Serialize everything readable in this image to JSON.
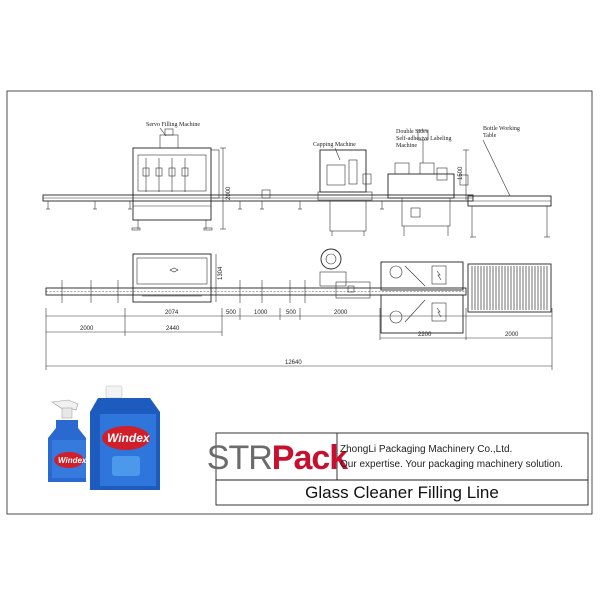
{
  "labels": {
    "servo": "Servo Filling Machine",
    "capping": "Capping Machine",
    "labeling_1": "Double Sides",
    "labeling_2": "Self-adhesive Labeling",
    "labeling_3": "Machine",
    "table_1": "Bottle Working",
    "table_2": "Table"
  },
  "dimensions": {
    "h_2000": "2000",
    "h_1304": "1304",
    "h_1500": "1500",
    "w_2000_a": "2000",
    "w_2440": "2440",
    "w_2074": "2074",
    "w_500_a": "500",
    "w_1000": "1000",
    "w_500_b": "500",
    "w_2000_b": "2000",
    "w_2200": "2200",
    "w_2000_c": "2000",
    "total": "12640"
  },
  "products": {
    "spray_brand": "Windex",
    "jug_brand": "Windex"
  },
  "title_block": {
    "logo_part_a": "STR",
    "logo_part_b": "Pack",
    "company": "ZhongLi Packaging Machinery Co.,Ltd.",
    "slogan": "Our expertise. Your packaging machinery solution.",
    "title": "Glass Cleaner Filling Line"
  },
  "colors": {
    "logo_gray": "#6b6b6b",
    "logo_red": "#c8102e",
    "bottle_blue": "#1f5fc4",
    "brand_red": "#d11f2a"
  }
}
